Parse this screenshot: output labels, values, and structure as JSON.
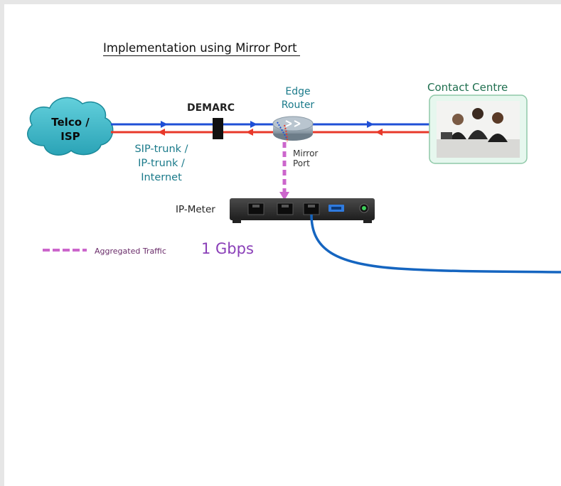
{
  "diagram": {
    "title": "Implementation using Mirror Port",
    "nodes": {
      "telco": {
        "label_line1": "Telco /",
        "label_line2": "ISP"
      },
      "demarc": {
        "label": "DEMARC"
      },
      "edge_router": {
        "label_line1": "Edge",
        "label_line2": "Router"
      },
      "contact_centre": {
        "label": "Contact Centre"
      },
      "ip_meter": {
        "label": "IP-Meter"
      }
    },
    "link_label": {
      "line1": "SIP-trunk /",
      "line2": "IP-trunk /",
      "line3": "Internet"
    },
    "mirror_port": {
      "line1": "Mirror",
      "line2": "Port"
    },
    "legend": {
      "label": "Aggregated Traffic",
      "value": "1 Gbps"
    },
    "colors": {
      "outbound": "#1f4fd6",
      "inbound": "#e8382a",
      "mirror": "#cc66cc",
      "cable": "#1565c0",
      "cloud": "#33b3c4",
      "contact_box": "#e6f7ee"
    }
  }
}
